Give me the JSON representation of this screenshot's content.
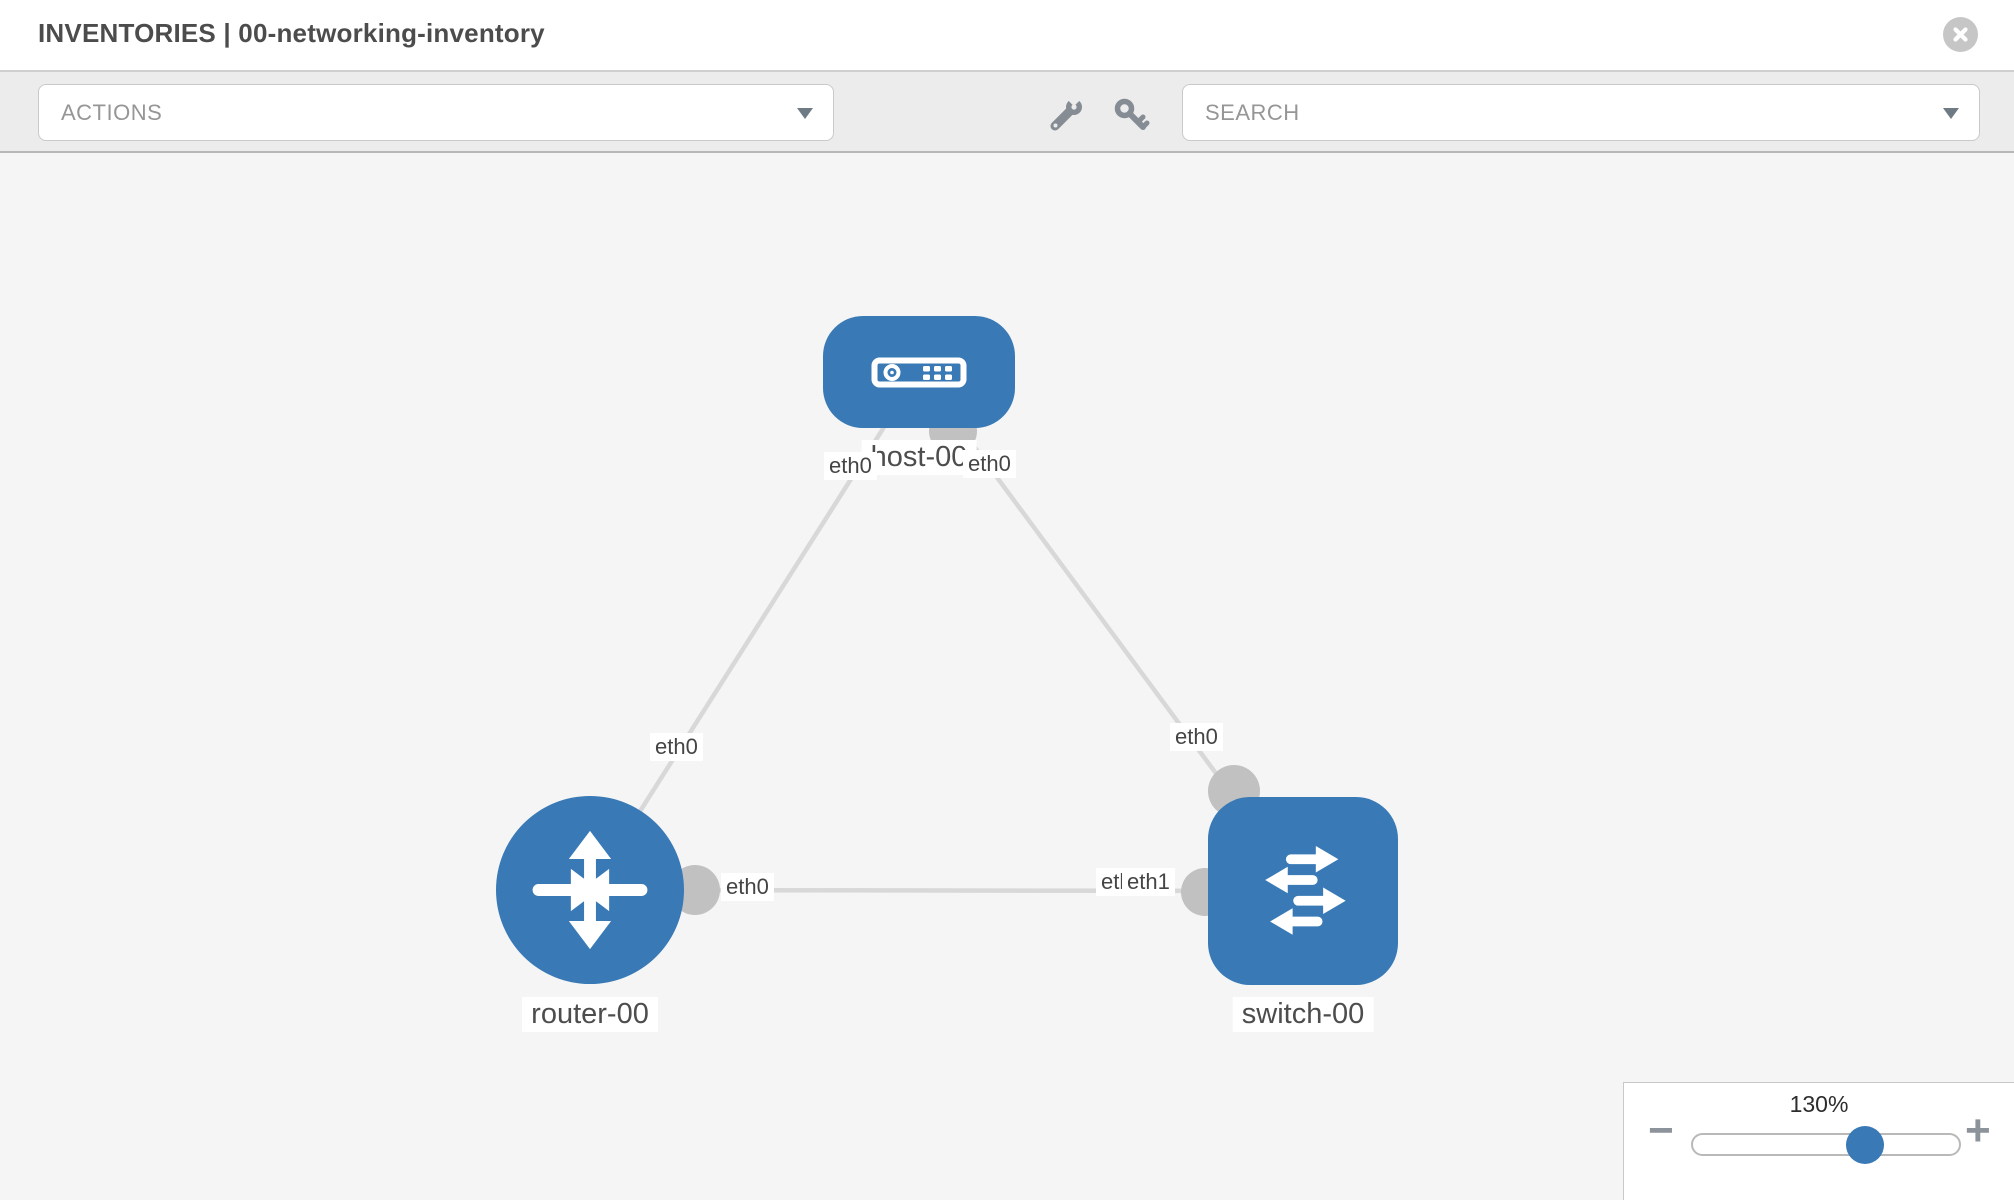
{
  "header": {
    "title": "INVENTORIES | 00-networking-inventory",
    "close_icon": "close-icon"
  },
  "toolbar": {
    "actions_placeholder": "ACTIONS",
    "search_placeholder": "SEARCH",
    "icons": {
      "wrench": "wrench-icon",
      "key": "key-icon",
      "chevron": "chevron-down-icon"
    }
  },
  "topology": {
    "nodes": [
      {
        "label": "host-00",
        "type": "host",
        "icon": "server-icon"
      },
      {
        "label": "router-00",
        "type": "router",
        "icon": "router-icon"
      },
      {
        "label": "switch-00",
        "type": "switch",
        "icon": "switch-icon"
      }
    ],
    "links": [
      {
        "from": "host-00",
        "from_interface": "eth0",
        "to": "router-00",
        "to_interface": "eth0"
      },
      {
        "from": "host-00",
        "from_interface": "eth0",
        "to": "switch-00",
        "to_interface": "eth0"
      },
      {
        "from": "router-00",
        "from_interface": "eth0",
        "to": "switch-00",
        "to_interface": "eth1",
        "to_interface_overlap": "eth1"
      }
    ]
  },
  "zoom_control": {
    "level": "130%",
    "minus_label": "−",
    "plus_label": "+"
  },
  "colors": {
    "node_blue": "#3879b6",
    "link_gray": "#d8d8d8",
    "connector_gray": "#c1c1c1",
    "canvas_bg": "#f5f5f5",
    "toolbar_bg": "#ececec"
  }
}
